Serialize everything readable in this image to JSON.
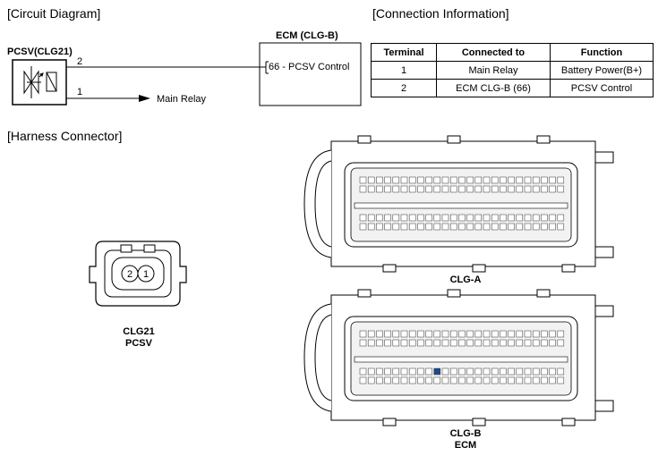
{
  "headers": {
    "circuit": "[Circuit Diagram]",
    "connection": "[Connection Information]",
    "harness": "[Harness Connector]"
  },
  "circuit": {
    "component": "PCSV(CLG21)",
    "ecm_title": "ECM (CLG-B)",
    "ecm_pin": "66 - PCSV Control",
    "wire_top_num": "2",
    "wire_bottom_num": "1",
    "main_relay": "Main Relay"
  },
  "table": {
    "headers": [
      "Terminal",
      "Connected to",
      "Function"
    ],
    "rows": [
      [
        "1",
        "Main Relay",
        "Battery Power(B+)"
      ],
      [
        "2",
        "ECM CLG-B (66)",
        "PCSV Control"
      ]
    ]
  },
  "connectors": {
    "clg21_pins": [
      "2",
      "1"
    ],
    "clg21_label": "CLG21",
    "pcsv_label": "PCSV",
    "clg_a_label": "CLG-A",
    "clg_b_label": "CLG-B",
    "ecm_label": "ECM"
  },
  "colors": {
    "line": "#000000",
    "connector_gray": "#f2f2f2",
    "highlight_pin": "#1a4b8c"
  }
}
